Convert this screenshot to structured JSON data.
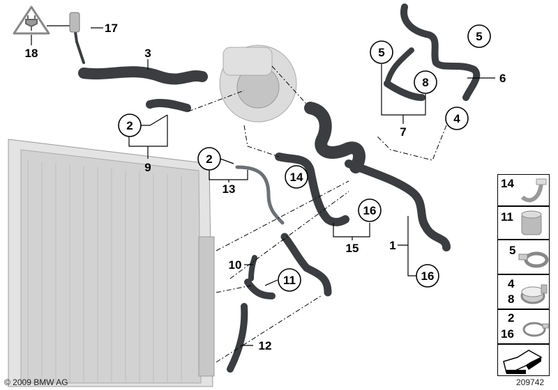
{
  "diagram": {
    "callouts_circled": [
      "5",
      "5",
      "8",
      "4",
      "2",
      "2",
      "14",
      "16",
      "11",
      "16"
    ],
    "labels_plain": [
      "17",
      "18",
      "3",
      "6",
      "7",
      "9",
      "13",
      "15",
      "1",
      "10",
      "12"
    ],
    "icons": [
      "electrical-plug-warning-icon",
      "direction-arrow-icon"
    ]
  },
  "legend": {
    "rows": [
      {
        "numbers": [
          "14"
        ],
        "part": "clip"
      },
      {
        "numbers": [
          "11"
        ],
        "part": "connector"
      },
      {
        "numbers": [
          "5"
        ],
        "part": "hose-clamp"
      },
      {
        "numbers": [
          "4",
          "8"
        ],
        "part": "hose-clamp"
      },
      {
        "numbers": [
          "2",
          "16"
        ],
        "part": "spring-clamp"
      }
    ]
  },
  "footer": {
    "copyright": "© 2009 BMW AG",
    "diagram_id": "209742"
  }
}
